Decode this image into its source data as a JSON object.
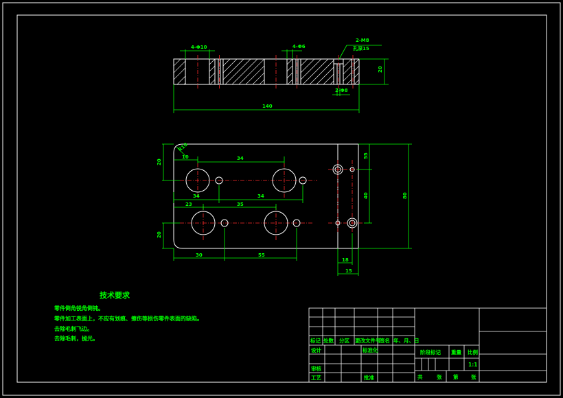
{
  "colors": {
    "background": "#000000",
    "geometry": "#ffffff",
    "dimension": "#00ff00",
    "centerline": "#ff2a2a"
  },
  "top_view": {
    "dim_4x_d10": "4-Φ10",
    "dim_4x_d6": "4-Φ6",
    "dim_thread": "2-M8",
    "dim_thread_depth": "孔深15",
    "dim_2x_d8": "2-Φ8",
    "dim_height": "20",
    "dim_length": "140"
  },
  "front_view": {
    "dim_r10": "R10",
    "dim_20_left": "20",
    "dim_10": "10",
    "dim_34_top": "34",
    "dim_34_a": "34",
    "dim_34_b": "34",
    "dim_23": "23",
    "dim_35_top": "35",
    "dim_20_lower": "20",
    "dim_30": "30",
    "dim_55": "55",
    "dim_55_right": "55",
    "dim_40": "40",
    "dim_80": "80",
    "dim_18": "18",
    "dim_15": "15"
  },
  "tech_requirements": {
    "title": "技术要求",
    "lines": [
      "零件倒角锐角倒钝。",
      "零件加工表面上，不应有划痕、擦伤等损伤零件表面的缺陷。",
      "去除毛刺飞边。",
      "去除毛刺，抛光。"
    ]
  },
  "title_block": {
    "mark": "标记",
    "count": "处数",
    "zone": "分区",
    "change_doc": "更改文件号",
    "signature": "签名",
    "date": "年、月、日",
    "design": "设计",
    "standardize": "标准化",
    "review": "审核",
    "process": "工艺",
    "approve": "批准",
    "stage_mark": "阶段标记",
    "weight": "重量",
    "scale": "比例",
    "scale_value": "1:1",
    "sheets_total": "共",
    "sheets_unit": "张",
    "sheet_no": "第",
    "sheet_unit": "张"
  }
}
